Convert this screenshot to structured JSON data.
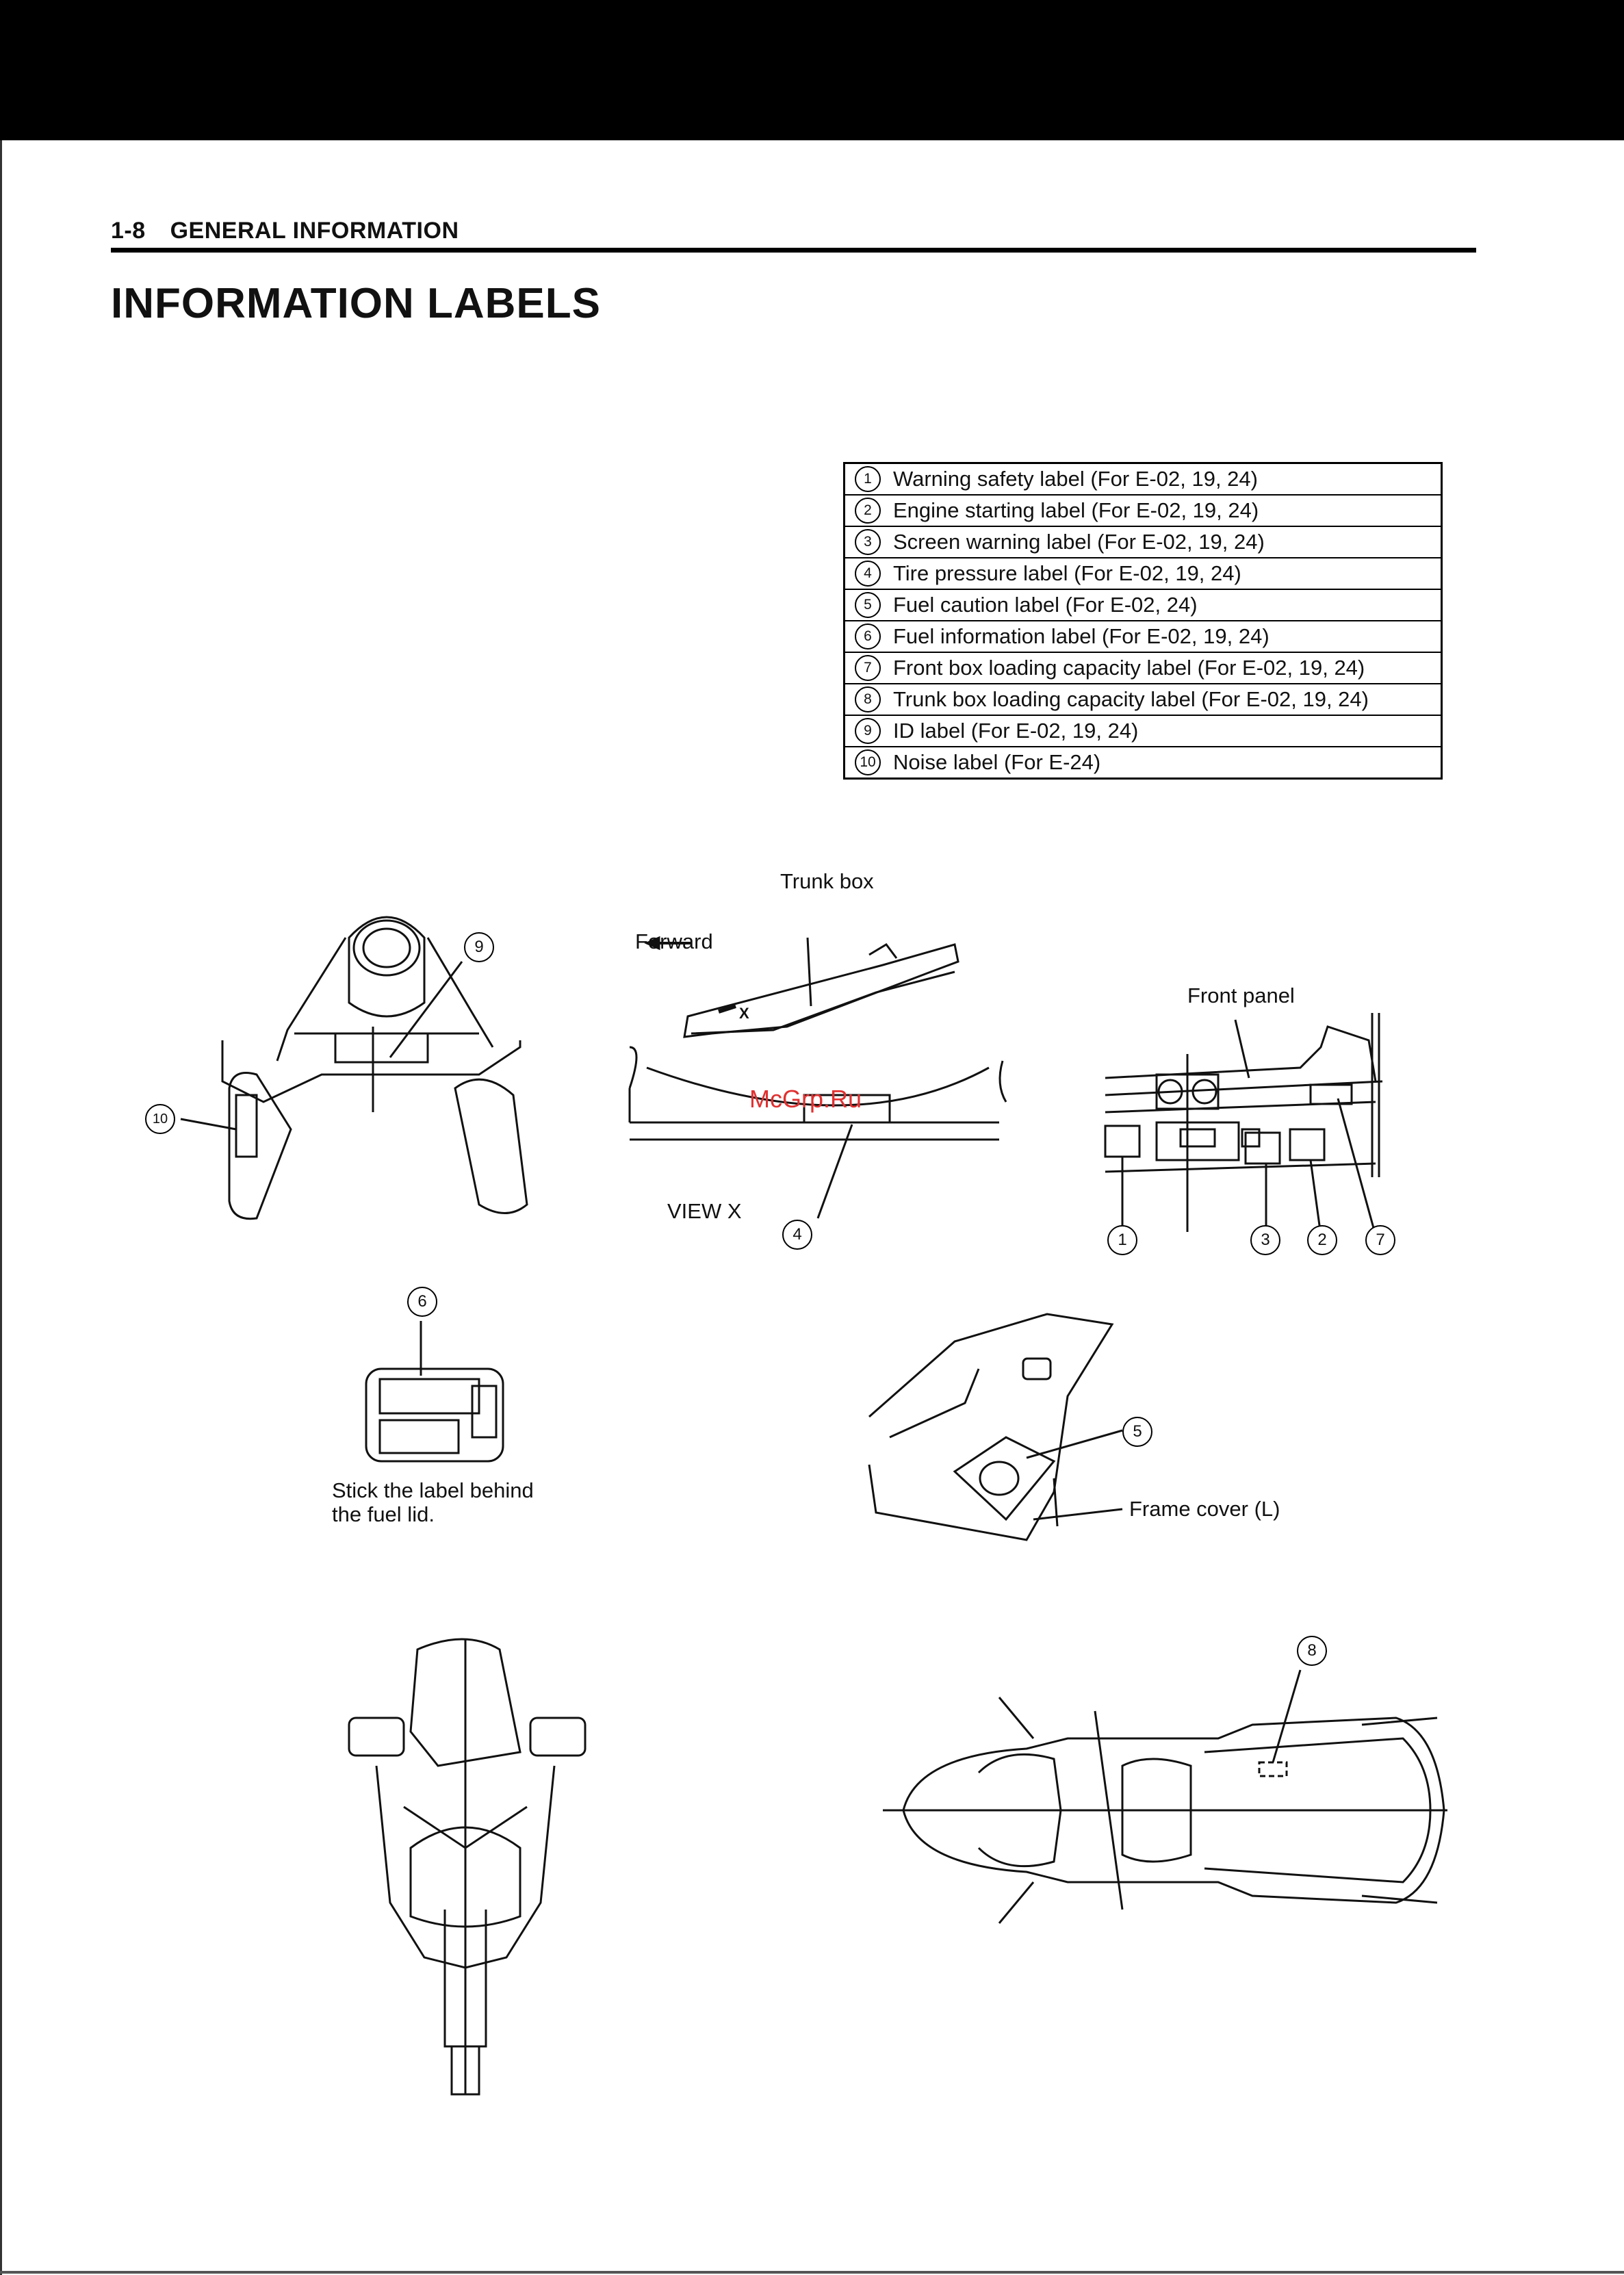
{
  "header": {
    "page_number": "1-8",
    "section": "GENERAL INFORMATION"
  },
  "title": "INFORMATION LABELS",
  "legend": [
    {
      "num": "1",
      "text": "Warning safety label (For E-02, 19, 24)"
    },
    {
      "num": "2",
      "text": "Engine starting label (For E-02, 19, 24)"
    },
    {
      "num": "3",
      "text": "Screen warning label (For E-02, 19, 24)"
    },
    {
      "num": "4",
      "text": "Tire pressure label (For E-02, 19, 24)"
    },
    {
      "num": "5",
      "text": "Fuel caution label (For E-02, 24)"
    },
    {
      "num": "6",
      "text": "Fuel information label (For E-02, 19, 24)"
    },
    {
      "num": "7",
      "text": "Front box loading capacity label (For E-02, 19, 24)"
    },
    {
      "num": "8",
      "text": "Trunk box loading capacity label (For E-02, 19, 24)"
    },
    {
      "num": "9",
      "text": "ID label (For E-02, 19, 24)"
    },
    {
      "num": "10",
      "text": "Noise label (For E-24)"
    }
  ],
  "figure_labels": {
    "trunk_box": "Trunk box",
    "forward": "Forward",
    "view_x": "VIEW X",
    "x_marker": "X",
    "front_panel": "Front panel",
    "stick_label_1": "Stick the label behind",
    "stick_label_2": "the fuel lid.",
    "frame_cover": "Frame cover (L)"
  },
  "callouts": {
    "c1": "1",
    "c2": "2",
    "c3": "3",
    "c4": "4",
    "c5": "5",
    "c6": "6",
    "c7": "7",
    "c8": "8",
    "c9": "9",
    "c10": "10"
  },
  "watermark": "McGrp.Ru"
}
